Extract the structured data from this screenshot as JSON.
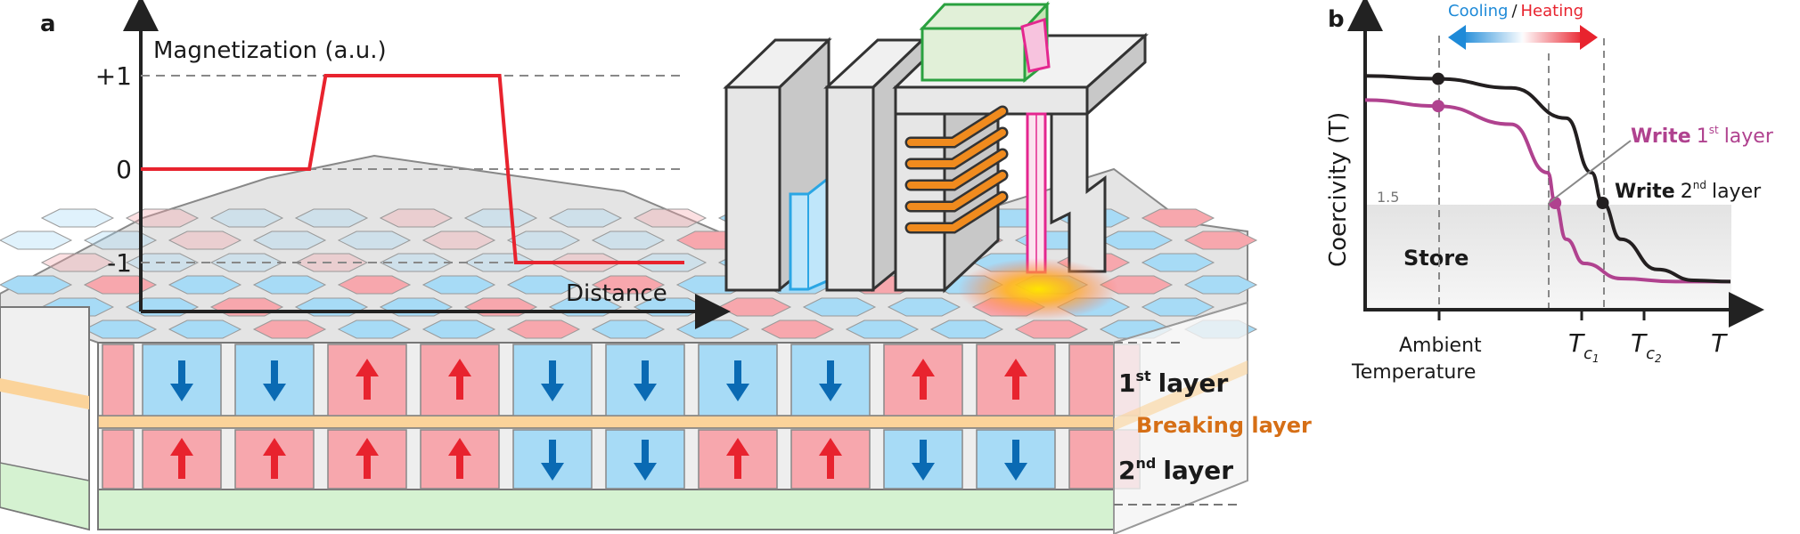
{
  "panel_a": {
    "label": "a",
    "plot": {
      "ylabel": "Magnetization (a.u.)",
      "xlabel": "Distance",
      "yticks": [
        "+1",
        "0",
        "-1"
      ],
      "ytick_values": [
        1,
        0,
        -1
      ],
      "profile": {
        "x": [
          0,
          0.31,
          0.34,
          0.66,
          0.69,
          1.0
        ],
        "y": [
          0,
          0,
          1,
          1,
          -1,
          -1
        ]
      }
    },
    "layers": {
      "first": {
        "text": "1",
        "sup": "st",
        "word": "layer"
      },
      "breaking": "Breaking layer",
      "second": {
        "text": "2",
        "sup": "nd",
        "word": "layer"
      }
    },
    "first_layer_spins": [
      "down",
      "down",
      "up",
      "up",
      "down",
      "down",
      "down",
      "down",
      "up",
      "up"
    ],
    "second_layer_spins": [
      "up",
      "up",
      "up",
      "up",
      "down",
      "down",
      "up",
      "up",
      "down",
      "down"
    ],
    "colors": {
      "up": "#e8232e",
      "down": "#0a6ab3",
      "up_cell": "#f7a7ad",
      "down_cell": "#a7dbf6",
      "breaking": "#fbd39a",
      "substrate": "#d5f2d1",
      "breaking_text": "#d66f16",
      "coil": "#f08b1e",
      "laser": "#e4268f",
      "heater": "#2aa13f",
      "reader": "#2aa6e4"
    }
  },
  "panel_b": {
    "label": "b",
    "arrow_label_left": "Cooling",
    "arrow_sep": "/",
    "arrow_label_right": "Heating",
    "ylabel": "Coercivity (T)",
    "ytick": "1.5",
    "store_label": "Store",
    "write1": {
      "bold": "Write",
      "num": "1",
      "sup": "st",
      "word": "layer"
    },
    "write2": {
      "bold": "Write",
      "num": "2",
      "sup": "nd",
      "word": "layer"
    },
    "xticks": {
      "ambient1": "Ambient",
      "ambient2": "Temperature",
      "tc1": "T",
      "tc1_sub": "c",
      "tc1_subsub": "1",
      "tc2": "T",
      "tc2_sub": "c",
      "tc2_subsub": "2",
      "t": "T"
    },
    "colors": {
      "curve1": "#b0428f",
      "curve2": "#231f20",
      "cooling": "#1e8ad8",
      "heating": "#e8232e"
    }
  },
  "chart_data": {
    "type": "line",
    "title": "",
    "xlabel": "T",
    "ylabel": "Coercivity (T)",
    "xtick_labels": [
      "Ambient Temperature",
      "Tc1",
      "Tc2",
      "T"
    ],
    "ytick_labels": [
      "1.5"
    ],
    "store_threshold": 1.5,
    "series": [
      {
        "name": "Write 1st layer",
        "x": [
          0,
          0.2,
          0.4,
          0.5,
          0.52,
          0.55,
          0.6,
          0.7,
          0.85,
          1.0
        ],
        "y": [
          3.2,
          3.1,
          2.8,
          2.0,
          1.5,
          0.9,
          0.5,
          0.25,
          0.2,
          0.2
        ]
      },
      {
        "name": "Write 2nd layer",
        "x": [
          0,
          0.2,
          0.4,
          0.55,
          0.62,
          0.65,
          0.7,
          0.8,
          0.9,
          1.0
        ],
        "y": [
          3.6,
          3.55,
          3.4,
          2.9,
          2.0,
          1.5,
          0.9,
          0.4,
          0.22,
          0.2
        ]
      }
    ],
    "markers": [
      {
        "series": "Write 2nd layer",
        "x": 0.2,
        "label": "ambient"
      },
      {
        "series": "Write 1st layer",
        "x": 0.2,
        "label": "ambient"
      },
      {
        "series": "Write 1st layer",
        "x": 0.52,
        "label": "write 1st"
      },
      {
        "series": "Write 2nd layer",
        "x": 0.65,
        "label": "write 2nd"
      }
    ],
    "legend": "annotations"
  }
}
